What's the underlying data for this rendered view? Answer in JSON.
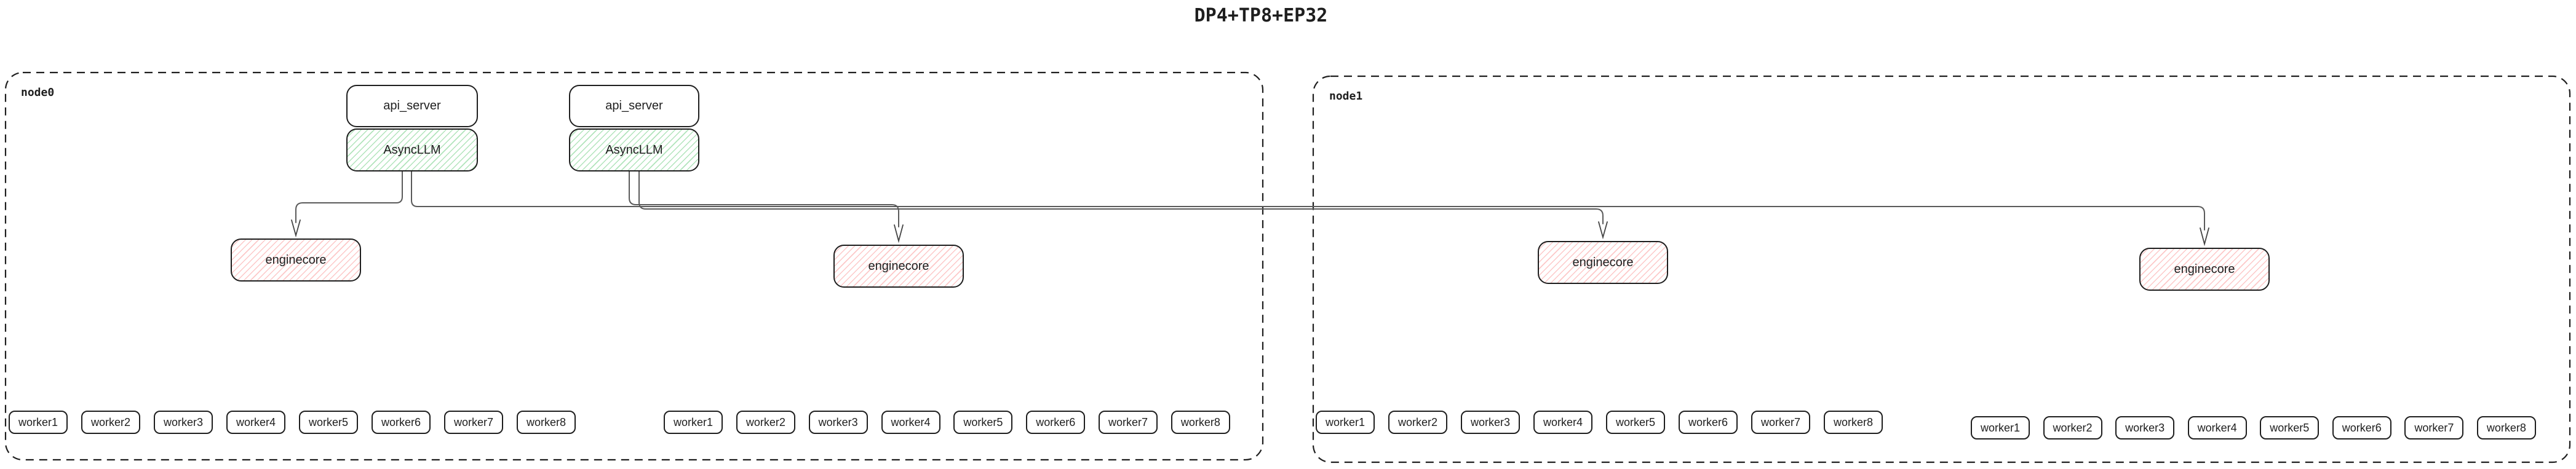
{
  "title": "DP4+TP8+EP32",
  "nodes": [
    {
      "label": "node0",
      "api_server_labels": [
        "api_server",
        "api_server"
      ],
      "async_llm_labels": [
        "AsyncLLM",
        "AsyncLLM"
      ],
      "enginecore_labels": [
        "enginecore",
        "enginecore"
      ],
      "worker_groups": [
        [
          "worker1",
          "worker2",
          "worker3",
          "worker4",
          "worker5",
          "worker6",
          "worker7",
          "worker8"
        ],
        [
          "worker1",
          "worker2",
          "worker3",
          "worker4",
          "worker5",
          "worker6",
          "worker7",
          "worker8"
        ]
      ]
    },
    {
      "label": "node1",
      "enginecore_labels": [
        "enginecore",
        "enginecore"
      ],
      "worker_groups": [
        [
          "worker1",
          "worker2",
          "worker3",
          "worker4",
          "worker5",
          "worker6",
          "worker7",
          "worker8"
        ],
        [
          "worker1",
          "worker2",
          "worker3",
          "worker4",
          "worker5",
          "worker6",
          "worker7",
          "worker8"
        ]
      ]
    }
  ],
  "colors": {
    "border": "#1e1e1e",
    "wire": "#5a5a5a",
    "arrow": "#444444",
    "async_llm_hatch": "rgba(82,196,104,0.45)",
    "enginecore_hatch": "rgba(250,118,118,0.40)"
  }
}
